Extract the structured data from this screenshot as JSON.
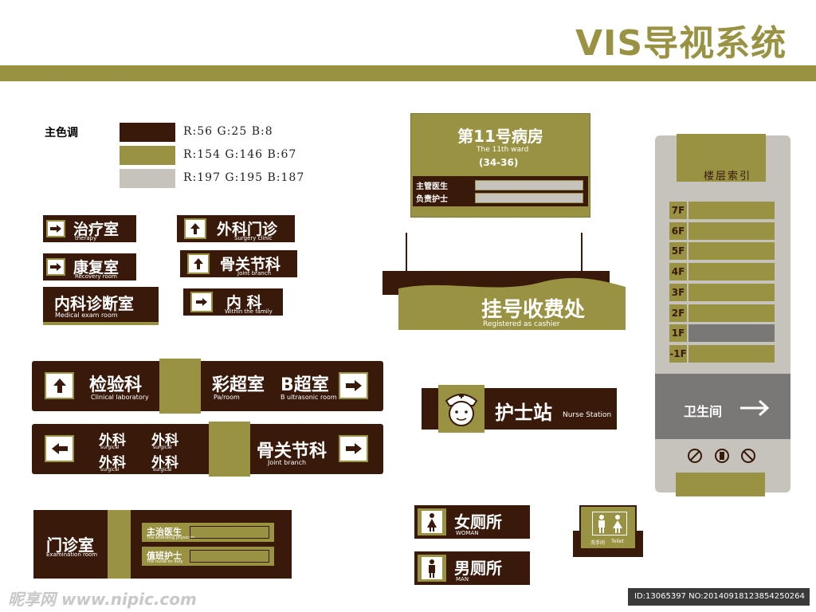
{
  "header": {
    "title": "VIS导视系统"
  },
  "palette": {
    "label": "主色调",
    "colors": [
      {
        "hex": "#38190a",
        "text": "R:56 G:25 B:8"
      },
      {
        "hex": "#9a9243",
        "text": "R:154 G:146 B:67"
      },
      {
        "hex": "#c5c3bb",
        "text": "R:197 G:195 B:187"
      }
    ]
  },
  "signs": {
    "therapy": {
      "cn": "治疗室",
      "en": "therapy"
    },
    "recovery": {
      "cn": "康复室",
      "en": "Recovery room"
    },
    "medexam": {
      "cn": "内科诊断室",
      "en": "Medical exam room"
    },
    "surgery_clinic": {
      "cn": "外科门诊",
      "en": "Surgery clinic"
    },
    "joint1": {
      "cn": "骨关节科",
      "en": "Joint branch"
    },
    "internal": {
      "cn": "内 科",
      "en": "Within the family"
    },
    "ward": {
      "cn": "第11号病房",
      "en": "The 11th ward",
      "num": "(34-36)",
      "doctor": "主管医生",
      "nurse": "负责护士"
    },
    "cashier": {
      "cn": "挂号收费处",
      "en": "Registered as cashier"
    },
    "floor_index": {
      "title": "楼层索引",
      "floors": [
        "7F",
        "6F",
        "5F",
        "4F",
        "3F",
        "2F",
        "1F",
        "-1F"
      ],
      "restroom": "卫生间"
    },
    "lab": {
      "cn": "检验科",
      "en": "Clinical laboratory"
    },
    "color_us": {
      "cn": "彩超室",
      "en": "Pa/room"
    },
    "b_us": {
      "cn": "B超室",
      "en": "B ultrasonic room"
    },
    "surgical": {
      "cn": "外科",
      "en": "surgical"
    },
    "joint2": {
      "cn": "骨关节科",
      "en": "Joint branch"
    },
    "nurse_station": {
      "cn": "护士站",
      "en": "Nurse Station"
    },
    "exam": {
      "cn": "门诊室",
      "en": "Examination room",
      "doctor": "主治医生",
      "doctor_en": "The attending physician",
      "nurse": "值班护士",
      "nurse_en": "The nurse on duty"
    },
    "women": {
      "cn": "女厕所",
      "en": "WOMAN"
    },
    "men": {
      "cn": "男厕所",
      "en": "MAN"
    },
    "toilet": {
      "cn": "洗手间",
      "en": "Toilet"
    }
  },
  "watermark": {
    "left": "昵享网 www.nipic.com",
    "right": "ID:13065397 NO:20140918123854250264"
  }
}
